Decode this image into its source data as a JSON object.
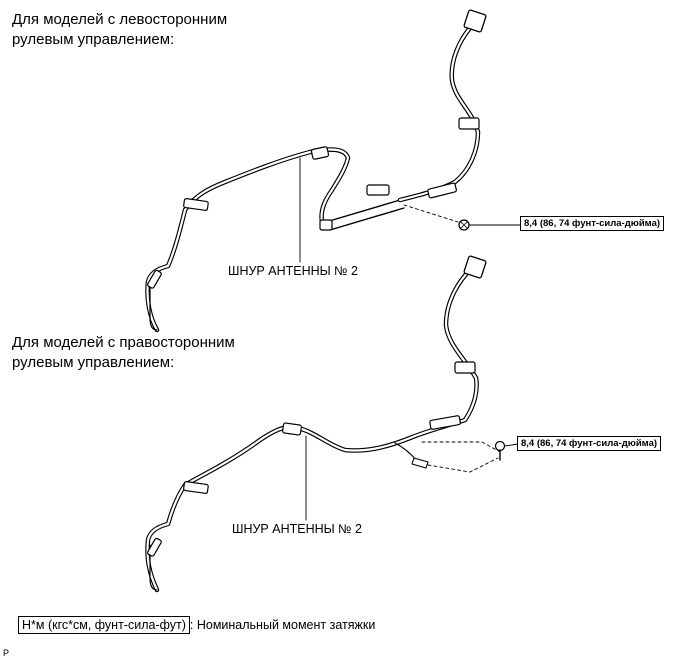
{
  "section_lhd": {
    "caption_line1": "Для моделей с левосторонним",
    "caption_line2": "рулевым управлением:",
    "cord_label": "ШНУР АНТЕННЫ № 2",
    "torque": "8,4 (86, 74 фунт-сила-дюйма)"
  },
  "section_rhd": {
    "caption_line1": "Для моделей с правосторонним",
    "caption_line2": "рулевым управлением:",
    "cord_label": "ШНУР АНТЕННЫ № 2",
    "torque": "8,4 (86, 74 фунт-сила-дюйма)"
  },
  "legend": {
    "unit_box": "Н*м (кгс*см, фунт-сила-фут)",
    "description": ": Номинальный момент затяжки"
  },
  "figure_code": "P"
}
